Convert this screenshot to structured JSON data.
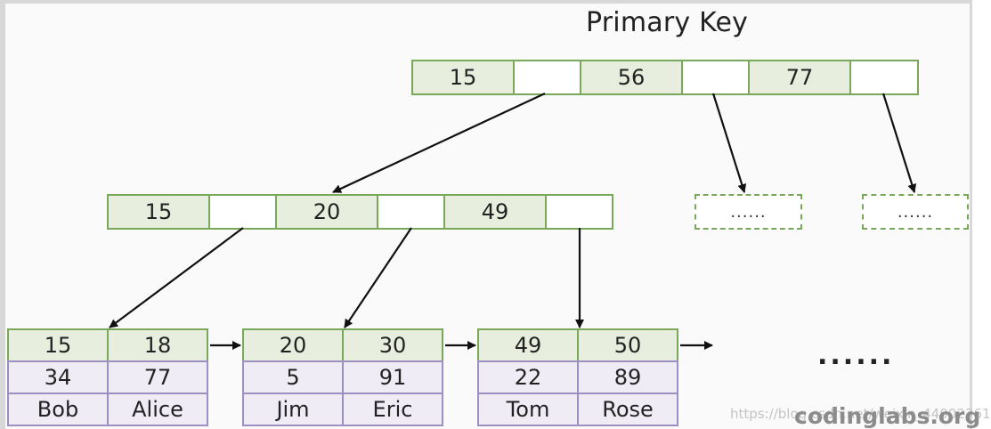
{
  "title": "Primary Key",
  "root": {
    "keys": [
      "15",
      "56",
      "77"
    ]
  },
  "internal": {
    "keys": [
      "15",
      "20",
      "49"
    ]
  },
  "placeholders": [
    "......",
    "......"
  ],
  "leaves": [
    {
      "keys": [
        "15",
        "18"
      ],
      "vals": [
        "34",
        "77"
      ],
      "names": [
        "Bob",
        "Alice"
      ]
    },
    {
      "keys": [
        "20",
        "30"
      ],
      "vals": [
        "5",
        "91"
      ],
      "names": [
        "Jim",
        "Eric"
      ]
    },
    {
      "keys": [
        "49",
        "50"
      ],
      "vals": [
        "22",
        "89"
      ],
      "names": [
        "Tom",
        "Rose"
      ]
    }
  ],
  "continuation": "......",
  "watermark": "https://blog.csdn.net/weixin_44002361",
  "brand": "codinglabs.org",
  "colors": {
    "key_fill": "#e8eedd",
    "node_border": "#7aa85a",
    "value_fill": "#efecf5",
    "value_border": "#9d8fc1"
  }
}
